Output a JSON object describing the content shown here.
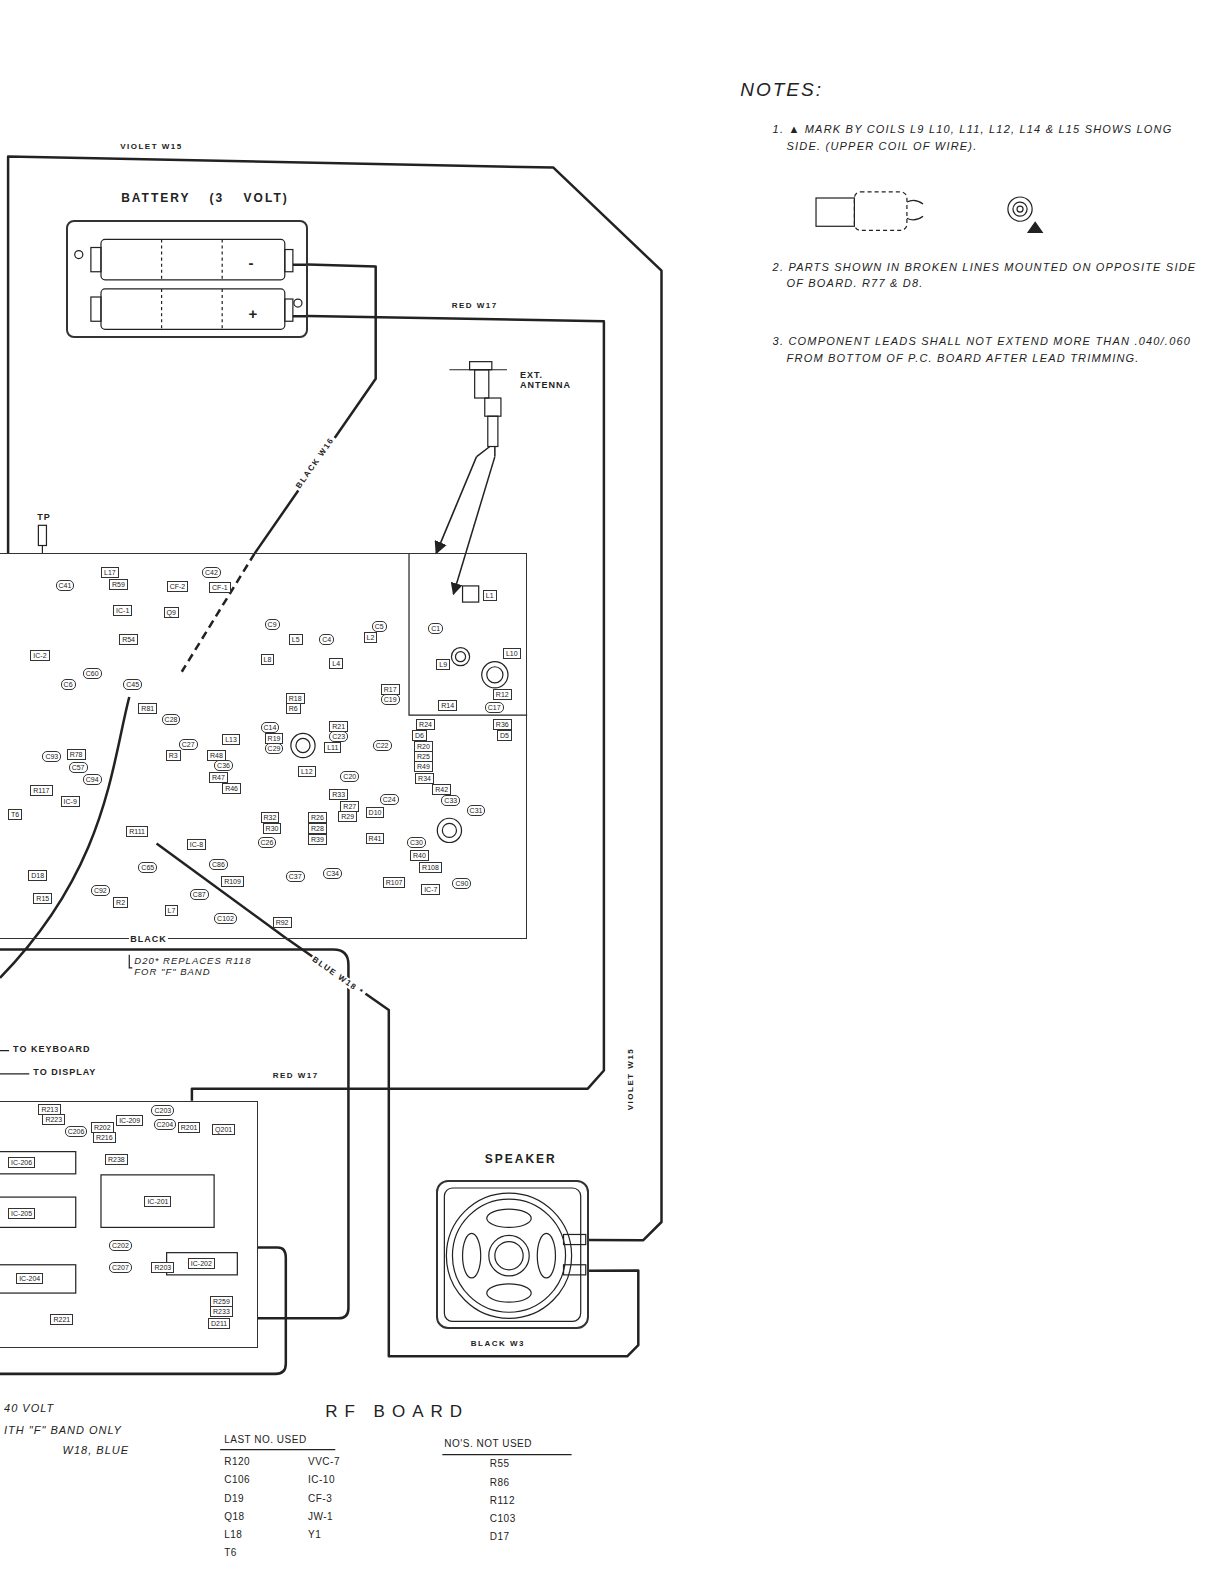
{
  "diagram": {
    "nodes": [
      {
        "text": [
          "BATTERY (3 VOLT)",
          "-",
          "+"
        ]
      },
      {
        "text": [
          "L17",
          "R59",
          "C42",
          "CF-2",
          "CF-1",
          "C41",
          "IC-1",
          "Q9",
          "R54",
          "IC-2",
          "C60",
          "C45",
          "C6",
          "R81",
          "C28",
          "C27",
          "L13",
          "R3",
          "R48",
          "C36",
          "R47",
          "R46",
          "C9",
          "L5",
          "C4",
          "L2",
          "L4",
          "L8",
          "C5",
          "R18",
          "R6",
          "R17",
          "C19",
          "C14",
          "R19",
          "C29",
          "R21",
          "C23",
          "L11",
          "C22",
          "C20",
          "L12",
          "R33",
          "R27",
          "R29",
          "D10",
          "C24",
          "R24",
          "D6",
          "R20",
          "R25",
          "R49",
          "R34",
          "R42",
          "C33",
          "C31",
          "R36",
          "D5",
          "C1",
          "L9",
          "L10",
          "R12",
          "C17",
          "R14",
          "L1",
          "R41",
          "C30",
          "R40",
          "R108",
          "IC-7",
          "C90",
          "R107",
          "C37",
          "C34",
          "R32",
          "R30",
          "R26",
          "R28",
          "R39",
          "C26",
          "IC-8",
          "R111",
          "C65",
          "C86",
          "R109",
          "C87",
          "L7",
          "C102",
          "R92",
          "T6",
          "R78",
          "C57",
          "C93",
          "R117",
          "IC-9",
          "C94",
          "D18",
          "R15",
          "C92",
          "R2"
        ]
      },
      {
        "text": [
          "EXT. ANTENNA"
        ]
      },
      {
        "text": [
          "R213",
          "R223",
          "C206",
          "R202",
          "R216",
          "IC-209",
          "C203",
          "C204",
          "R201",
          "Q201",
          "R238",
          "IC-206",
          "IC-201",
          "IC-205",
          "C202",
          "C207",
          "R203",
          "IC-202",
          "IC-204",
          "R221",
          "R259",
          "R233",
          "D211"
        ]
      },
      {
        "text": [
          "SPEAKER"
        ]
      }
    ],
    "edges": [
      {
        "from": 0,
        "to": 1,
        "label": "BLACK W16",
        "arrow": "none"
      },
      {
        "from": 0,
        "to": 3,
        "label": "RED W17",
        "arrow": "none"
      },
      {
        "from": 1,
        "to": 4,
        "label": "VIOLET W15",
        "arrow": "none"
      },
      {
        "from": 4,
        "to": 1,
        "label": "BLACK W3",
        "arrow": "none"
      },
      {
        "from": 2,
        "to": 1,
        "arrow": "to"
      }
    ],
    "labels": [
      "NOTES:",
      "1. ▲ MARK BY COILS L9 L10, L11, L12, L14 & L15 SHOWS LONG SIDE. (UPPER COIL OF WIRE).",
      "2. PARTS SHOWN IN BROKEN LINES MOUNTED ON OPPOSITE SIDE OF BOARD. R77 & D8.",
      "3. COMPONENT LEADS SHALL NOT EXTEND MORE THAN .040/.060 FROM BOTTOM OF P.C. BOARD AFTER LEAD TRIMMING.",
      "TP",
      "BLACK",
      "D20* REPLACES R118 FOR \"F\" BAND",
      "TO KEYBOARD",
      "TO DISPLAY",
      "RED W17",
      "VIOLET W15",
      "BLUE W18 *",
      "40 VOLT",
      "ITH \"F\" BAND ONLY",
      "W18, BLUE",
      "RF BOARD",
      "LAST NO. USED",
      "R120",
      "VVC-7",
      "C106",
      "IC-10",
      "D19",
      "CF-3",
      "Q18",
      "JW-1",
      "L18",
      "Y1",
      "T6",
      "NO'S. NOT USED",
      "R55",
      "R86",
      "R112",
      "C103",
      "D17"
    ]
  }
}
